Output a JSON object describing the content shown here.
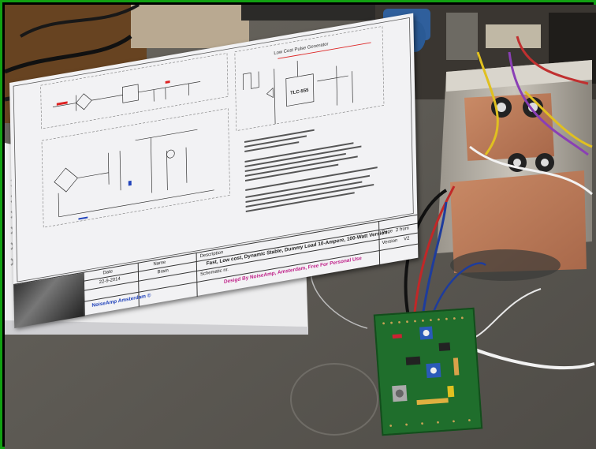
{
  "schematic": {
    "generator_title": "Low Cost Pulse Generator",
    "chip_label": "TLC-555"
  },
  "title_block": {
    "date_label": "Date",
    "date_value": "22-9-2014",
    "name_label": "Name",
    "name_value": "Bram",
    "description_label": "Description",
    "description_value": "Fast,  Low cost, Dynamic Stable, Dummy Load 10-Ampere, 100-Watt Version",
    "page_label": "Page",
    "page_value": "2 from",
    "schematic_label": "Schematic nr.",
    "version_label": "Version",
    "version_value": "V2",
    "company": "NoiseAmp Amsterdam ©",
    "designed_by": "Desigd By NoiseAmp, Amsterdam, Free For Personal Use"
  }
}
